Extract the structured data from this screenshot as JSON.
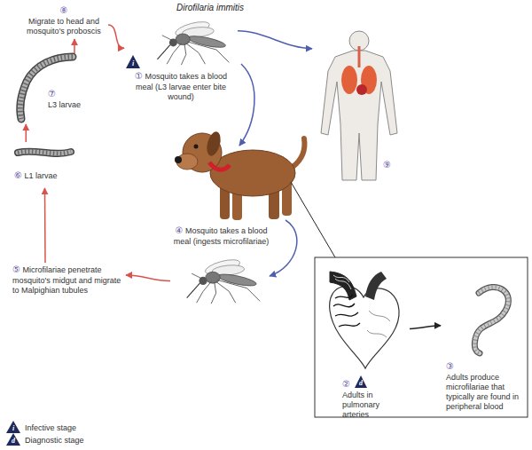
{
  "diagram": {
    "title": "Dirofilaria immitis",
    "nodes": [
      {
        "text": [
          "⑧",
          "Migrate to head and mosquito's proboscis"
        ]
      },
      {
        "text": [
          "①",
          "Mosquito takes a blood meal (L3 larvae enter bite wound)"
        ]
      },
      {
        "text": [
          "⑨"
        ]
      },
      {
        "text": [
          "⑦",
          "L3 larvae"
        ]
      },
      {
        "text": [
          "⑥",
          "L1 larvae"
        ]
      },
      {
        "text": [
          "④",
          "Mosquito takes a blood meal (ingests microfilariae)"
        ]
      },
      {
        "text": [
          "⑤",
          "Microfilariae penetrate mosquito's midgut and migrate to Malpighian tubules"
        ]
      },
      {
        "text": [
          "②",
          "Adults in pulmonary arteries"
        ]
      },
      {
        "text": [
          "③",
          "Adults produce microfilariae that typically are found in peripheral blood"
        ]
      }
    ],
    "edges": [
      {
        "from": 0,
        "to": 1,
        "arrow": "to"
      },
      {
        "from": 1,
        "to": 2,
        "arrow": "to"
      },
      {
        "from": 3,
        "to": 0,
        "arrow": "to"
      },
      {
        "from": 4,
        "to": 3,
        "arrow": "to"
      },
      {
        "from": 6,
        "to": 4,
        "arrow": "to"
      },
      {
        "from": 5,
        "to": 6,
        "arrow": "to"
      },
      {
        "from": 7,
        "to": 8,
        "arrow": "to"
      }
    ],
    "labels": [
      "i",
      "d",
      "i",
      "d"
    ],
    "legend": [
      {
        "text": "Infective stage"
      },
      {
        "text": "Diagnostic stage"
      }
    ]
  }
}
